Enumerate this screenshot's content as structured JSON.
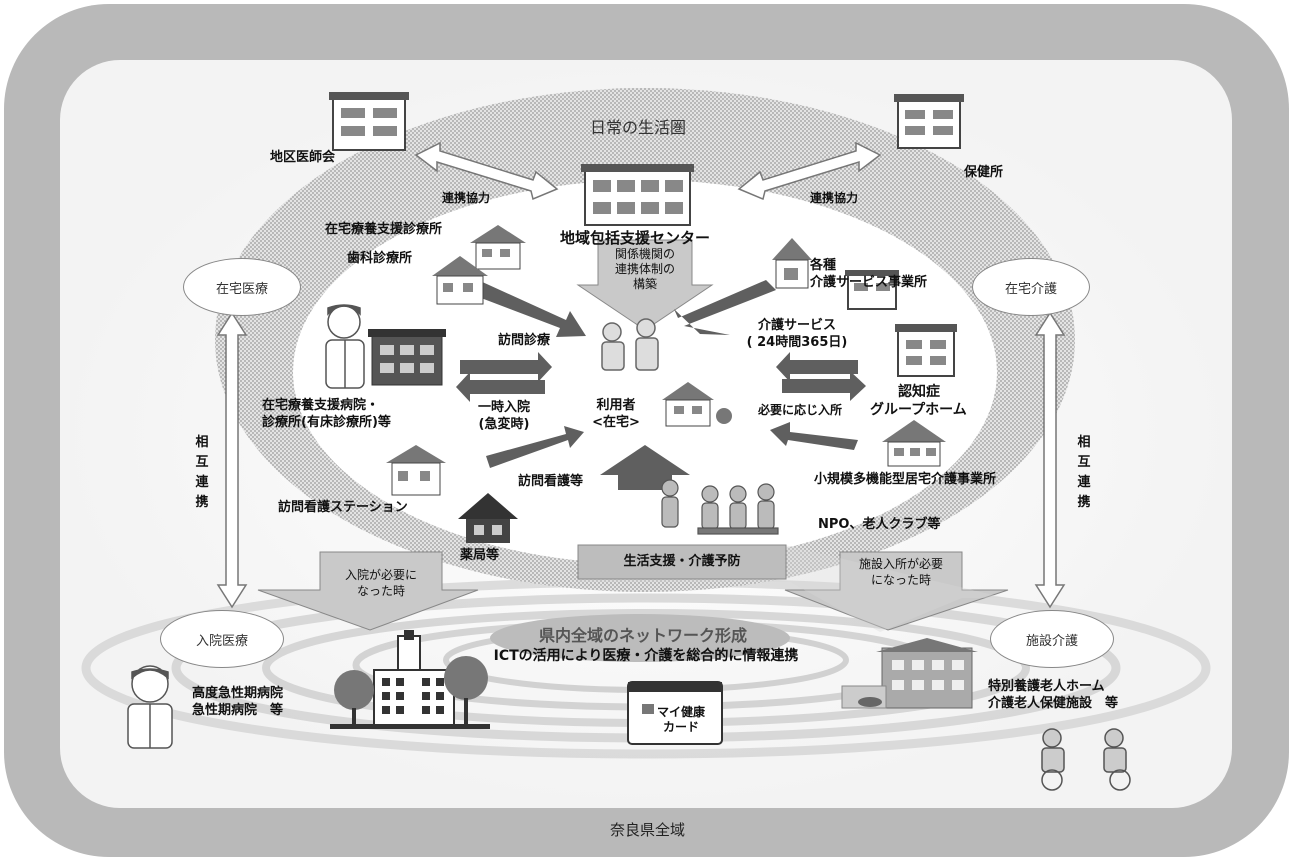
{
  "region": {
    "outer": "奈良県全域",
    "inner": "日常の生活圏"
  },
  "care_domains": {
    "home_medical": "在宅医療",
    "home_care": "在宅介護",
    "inpatient": "入院医療",
    "facility_care": "施設介護"
  },
  "mutual": {
    "chars": [
      "相",
      "互",
      "連",
      "携"
    ]
  },
  "facilities": {
    "district_medical": "地区医師会",
    "health_center": "保健所",
    "support_center": "地域包括支援センター",
    "home_clinic": "在宅療養支援診療所",
    "dental": "歯科診療所",
    "care_services": [
      "各種",
      "介護サービス事業所"
    ],
    "home_hospital": [
      "在宅療養支援病院・",
      "診療所(有床診療所)等"
    ],
    "dementia_gh": [
      "認知症",
      "グループホーム"
    ],
    "visit_nursing_station": "訪問看護ステーション",
    "pharmacy": "薬局等",
    "small_multi": "小規模多機能型居宅介護事業所",
    "npo": "NPO、老人クラブ等",
    "acute_hospital": [
      "高度急性期病院",
      "急性期病院　等"
    ],
    "nursing_home": [
      "特別養護老人ホーム",
      "介護老人保健施設　等"
    ]
  },
  "arrows": {
    "cooperation_left": "連携協力",
    "cooperation_right": "連携協力",
    "framework": [
      "関係機関の",
      "連携体制の",
      "構築"
    ],
    "visit_medical": "訪問診療",
    "temp_admission": [
      "一時入院",
      "(急変時)"
    ],
    "visit_nursing": "訪問看護等",
    "care_service": [
      "介護サービス",
      "( 24時間365日)"
    ],
    "admission_as_needed": "必要に応じ入所",
    "hospitalization_needed": [
      "入院が必要に",
      "なった時"
    ],
    "facility_needed": [
      "施設入所が必要",
      "になった時"
    ]
  },
  "user": [
    "利用者",
    "<在宅>"
  ],
  "life_support": "生活支援・介護予防",
  "network": {
    "title": "県内全域のネットワーク形成",
    "subtitle": "ICTの活用により医療・介護を総合的に情報連携"
  },
  "card": [
    "マイ健康",
    "カード"
  ],
  "colors": {
    "frame": "#b9b9b9",
    "dots": "#9a9a9a",
    "arrow_dark": "#5f5f5f",
    "arrow_light": "#c9c9c9",
    "box": "#bdbdbd"
  }
}
